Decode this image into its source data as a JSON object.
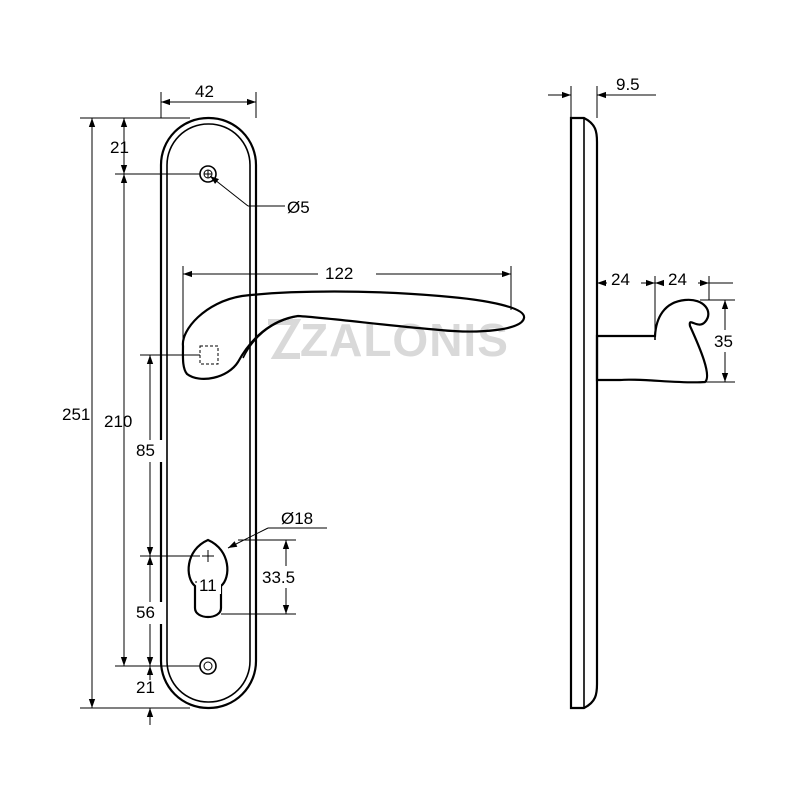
{
  "drawing": {
    "watermark": "ZALONIS",
    "front_view": {
      "plate_width": "42",
      "total_height": "251",
      "screw_spacing": "210",
      "top_offset": "21",
      "bottom_offset": "21",
      "screw_diameter": "Ø5",
      "lever_length": "122",
      "lever_to_cylinder": "85",
      "cylinder_to_screw": "56",
      "cylinder_diameter": "Ø18",
      "cylinder_width": "11",
      "cylinder_height": "33.5"
    },
    "side_view": {
      "plate_thickness": "9.5",
      "lever_offset": "24",
      "lever_grip_depth": "24",
      "lever_grip_height": "35"
    }
  }
}
